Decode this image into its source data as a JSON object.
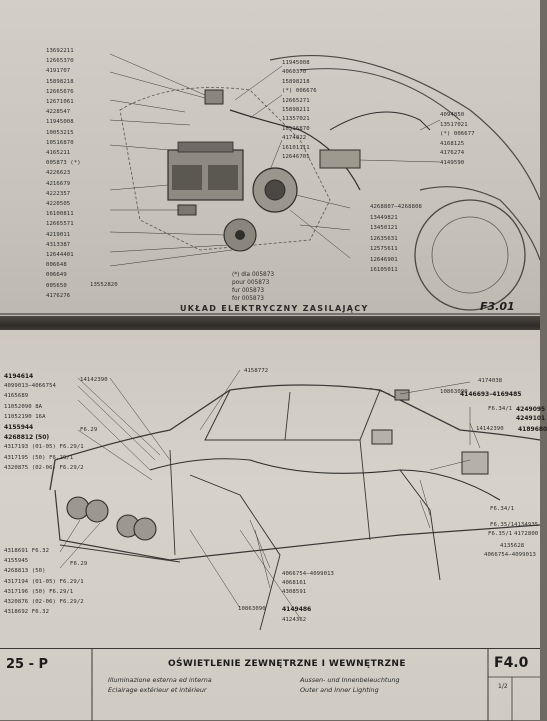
{
  "top_page": {
    "title": "UKŁAD ELEKTRYCZNY ZASILAJĄCY",
    "code": "F3.01",
    "left_labels": [
      "13692211",
      "12665370",
      "4191707",
      "15898218",
      "12665676",
      "12671061",
      "4228547",
      "11945008",
      "10053215",
      "10516870",
      "4165211",
      "005873 (*)",
      "4226623",
      "4216679",
      "4222357",
      "4220505",
      "16100811",
      "12665571",
      "4219011",
      "4313387",
      "12644401",
      "006648",
      "006649",
      "005650",
      "4176276"
    ],
    "mid_labels": [
      "11945008",
      "4060370",
      "15898218",
      "(*) 006676",
      "12665271",
      "15898211",
      "11357021",
      "10516870",
      "4174022",
      "16101111",
      "12646701"
    ],
    "right_labels": [
      "4094850",
      "13517021",
      "(*) 006677",
      "4168125",
      "4176274",
      "4149590",
      "4268807–4268808",
      "13449821",
      "13450121",
      "12635631",
      "12575611",
      "12646901",
      "16105011",
      "13552820"
    ],
    "note_lines": [
      "(*) dla 005873",
      "pour 005873",
      "fur 005873",
      "for 005873"
    ]
  },
  "bottom_page": {
    "labels_left": [
      {
        "code": "4194614",
        "bold": true
      },
      {
        "code": "4099013–4066754",
        "bold": false
      },
      {
        "code": "4165689",
        "bold": false
      },
      {
        "code": "11052090   8A",
        "bold": false
      },
      {
        "code": "11052190   16A",
        "bold": false
      },
      {
        "code": "4155944",
        "bold": true
      },
      {
        "code": "4268812   (50)",
        "bold": true
      },
      {
        "code": "4317193 (01-05) F6.29/1",
        "bold": false
      },
      {
        "code": "4317195 (50)    F6.29/1",
        "bold": false
      },
      {
        "code": "4320875 (02-06) F6.29/2",
        "bold": false
      }
    ],
    "labels_left_low": [
      {
        "code": "4318691  F6.32",
        "bold": false
      },
      {
        "code": "4155945",
        "bold": false
      },
      {
        "code": "4268813  (50)",
        "bold": false
      },
      {
        "code": "4317194 (01-05) F6.29/1",
        "bold": false
      },
      {
        "code": "4317196 (50)    F6.29/1",
        "bold": false
      },
      {
        "code": "4320876 (02-06) F6.29/2",
        "bold": false
      },
      {
        "code": "4318692  F6.32",
        "bold": false
      }
    ],
    "labels_misc": {
      "l1": "14142390",
      "l2": "4158772",
      "l3": "F6.29",
      "l4": "F6.29",
      "l5": "10863090",
      "l6": "4174038",
      "l7": "4146693–4169485",
      "l8": "F6.34/1",
      "l9": "14142390",
      "l10": "4249095",
      "l11": "4249101",
      "l12": "4189680",
      "l13": "F6.34/1",
      "l14": "F6.35/1",
      "l15": "F6.35/1",
      "l16": "4134935",
      "l17": "4172800",
      "l18": "4135628",
      "l19": "4066754–4099013",
      "l20": "4066754–4099013",
      "l21": "4068161",
      "l22": "4308591",
      "l23": "10863090",
      "l24": "4149486",
      "l25": "4124362"
    },
    "footer": {
      "page": "25 - P",
      "title": "OŚWIETLENIE ZEWNĘTRZNE I WEWNĘTRZNE",
      "lines_left": [
        "Illuminazione esterna ed interna",
        "Eclairage extérieur et intérieur"
      ],
      "lines_right": [
        "Aussen- und Innenbeleuchtung",
        "Outer and Inner Lighting"
      ],
      "code": "F4.0",
      "sheet": "1/2"
    }
  }
}
